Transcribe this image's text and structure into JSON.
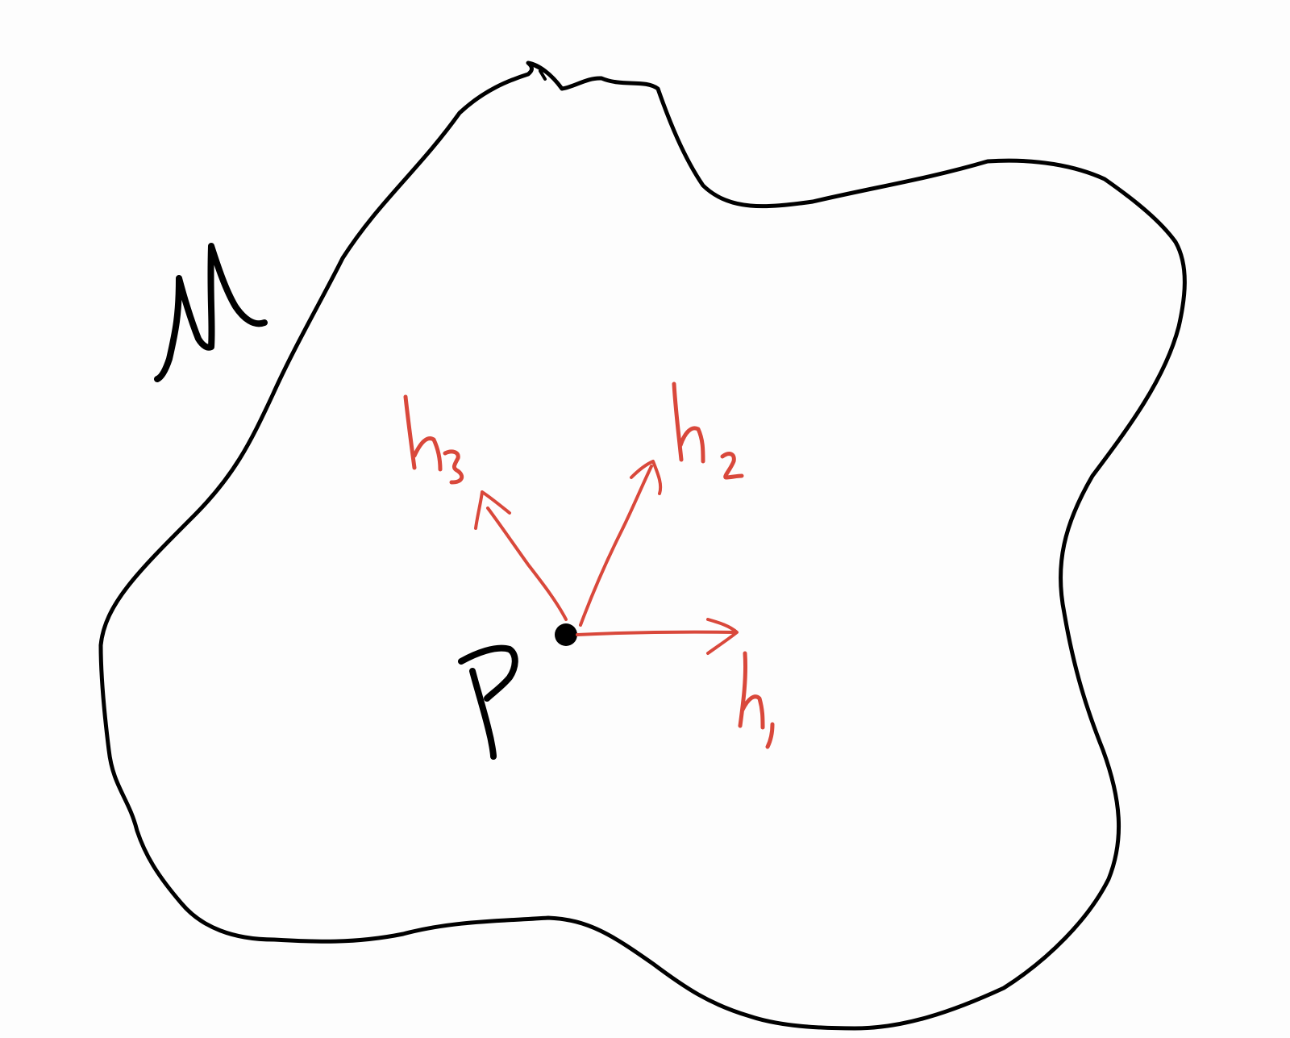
{
  "diagram": {
    "region_label": "M",
    "point_label": "P",
    "vectors": [
      {
        "id": "n1",
        "label": "n₁"
      },
      {
        "id": "n2",
        "label": "n₂"
      },
      {
        "id": "n3",
        "label": "n₃"
      }
    ],
    "colors": {
      "outline": "#000000",
      "vectors": "#d9483b",
      "background": "#fdfdfd"
    }
  }
}
